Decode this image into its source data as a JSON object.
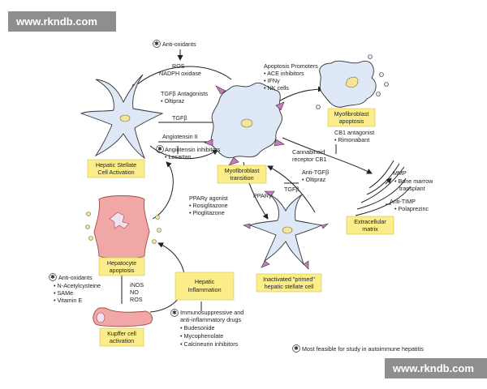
{
  "watermark": {
    "top": "www.rkndb.com",
    "bottom": "www.rkndb.com"
  },
  "colors": {
    "label_box": "#fbee8a",
    "cell_fill": "#dfe8f7",
    "cell_pink": "#f2a7a7",
    "spike": "#c979c2",
    "nucleus": "#f3e69a"
  },
  "cells": {
    "stellate": {
      "label1": "Hepatic Stellate",
      "label2": "Cell Activation"
    },
    "myofibroblast": {
      "label1": "Myofibroblast",
      "label2": "transition"
    },
    "apoptosis": {
      "label1": "Myofibroblast",
      "label2": "apoptosis"
    },
    "hepatocyte": {
      "label1": "Hepatocyte",
      "label2": "apoptosis"
    },
    "kupffer": {
      "label1": "Kupffer cell",
      "label2": "activation"
    },
    "inactivated": {
      "label1": "Inactivated \"primed\"",
      "label2": "hepatic stellate cell"
    },
    "ecm": {
      "label1": "Extracellular",
      "label2": "matrix"
    },
    "inflammation": {
      "label1": "Hepatic",
      "label2": "Inflammation"
    }
  },
  "texts": {
    "antioxidants_top": "Anti-oxidants",
    "ros": "ROS",
    "nadph": "NADPH oxidase",
    "tgfb_antag": "TGFβ Antagonists",
    "oltipraz1": "• Oltipraz",
    "tgfb1": "TGFβ",
    "angiotensin": "Angiotensin II",
    "ang_inhib": "Angiotensin inhibitors",
    "losartan": "• Losartan",
    "apop_prom": "Apoptosis Promoters",
    "ace": "• ACE inhibitors",
    "ifn": "• IFNγ",
    "nk": "• NK cells",
    "cb1_antag": "CB1 antagonist",
    "rimonabant": "• Rimonabant",
    "cannabinoid": "Cannabinoid",
    "receptor": "receptor CB1",
    "anti_tgfb": "Anti-TGFβ",
    "oltipraz2": "• Oltipraz",
    "tgfb2": "TGFβ",
    "ppar_agonist": "PPARγ agonist",
    "rosig": "• Rosiglitazone",
    "piogl": "• Pioglitazone",
    "pparg": "PPARγ",
    "mmp": "MMP",
    "bonemarrow1": "• Bone marrow",
    "bonemarrow2": "transplant",
    "antitimp": "Anti-TIMP",
    "polaprezinc": "• Polaprezinc",
    "antiox_left": "Anti-oxidants",
    "nac": "• N-Acetylcysteine",
    "same": "• SAMe",
    "vite": "• Vitamin E",
    "inos": "iNOS",
    "no": "NO",
    "ros2": "ROS",
    "immuno1": "Immunosuppressive and",
    "immuno2": "anti-inflammatory drugs",
    "budesonide": "• Budesonide",
    "mycophenolate": "• Mycophenolate",
    "calcineurin": "• Calcineurin inhibitors",
    "footnote": "Most feasible for study in autoimmune hepatitis"
  }
}
